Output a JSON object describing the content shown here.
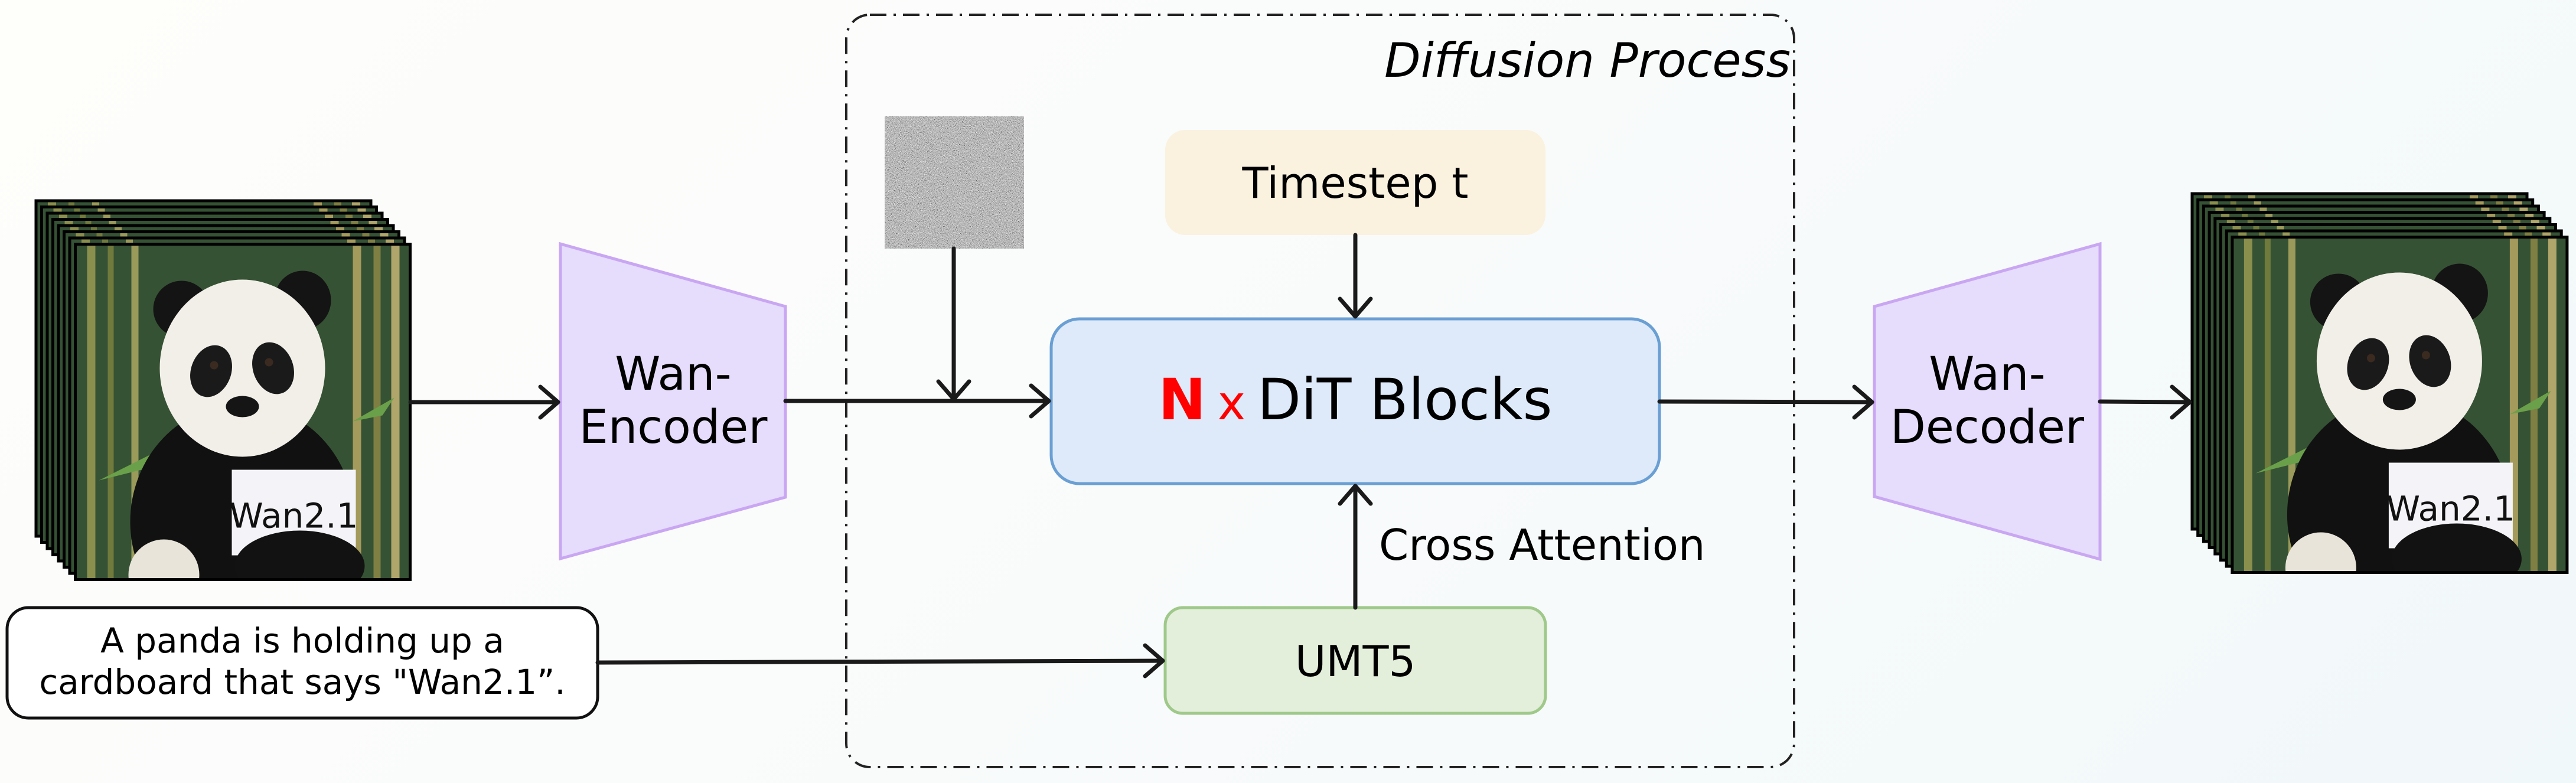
{
  "diagram": {
    "diffusion_process_label": "Diffusion Process",
    "input_video": {
      "sign_text": "Wan2.1"
    },
    "output_video": {
      "sign_text": "Wan2.1"
    },
    "encoder": {
      "line1": "Wan-",
      "line2": "Encoder"
    },
    "decoder": {
      "line1": "Wan-",
      "line2": "Decoder"
    },
    "timestep": {
      "label": "Timestep t"
    },
    "dit_blocks": {
      "multiplier": "N",
      "times": "x",
      "label": "DiT Blocks"
    },
    "cross_attention_label": "Cross Attention",
    "text_encoder": {
      "label": "UMT5"
    },
    "prompt": {
      "line1": "A panda is holding up a",
      "line2": "cardboard that says \"Wan2.1”."
    },
    "colors": {
      "encoder_fill": "#e6dcfb",
      "encoder_stroke": "#c9a6f2",
      "timestep_fill": "#faf1df",
      "dit_fill": "#deeaf9",
      "dit_stroke": "#6a9fd4",
      "umt5_fill": "#e3eedb",
      "umt5_stroke": "#9fc98a",
      "multiplier_color": "#ff0000"
    }
  }
}
